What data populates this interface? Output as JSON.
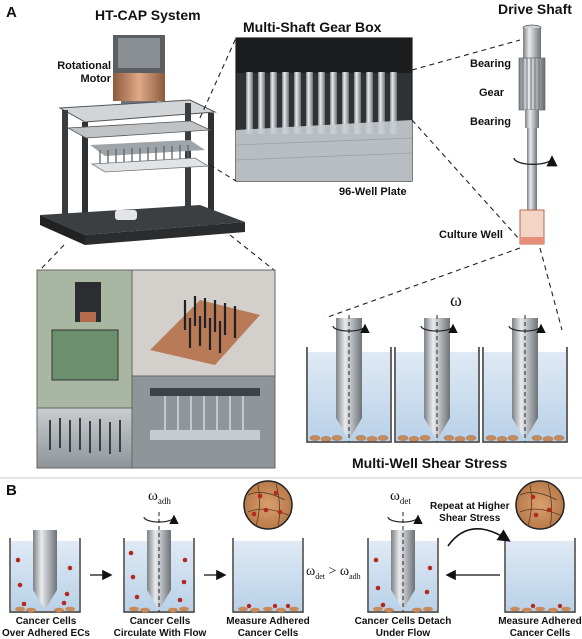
{
  "panel_a": {
    "letter": "A",
    "system_title": "HT-CAP System",
    "motor_label_lines": [
      "Rotational",
      "Motor"
    ],
    "gearbox_title": "Multi-Shaft Gear Box",
    "plate_label": "96-Well Plate",
    "shaft_title": "Drive Shaft",
    "shaft_parts": [
      "Bearing",
      "Gear",
      "Bearing"
    ],
    "well_label": "Culture Well",
    "omega_symbol": "ω",
    "shear_title": "Multi-Well Shear Stress"
  },
  "panel_b": {
    "letter": "B",
    "repeat_label_lines": [
      "Repeat at Higher",
      "Shear Stress"
    ],
    "omega_adh": {
      "symbol": "ω",
      "sub": "adh"
    },
    "omega_det": {
      "symbol": "ω",
      "sub": "det"
    },
    "comparison": {
      "left_sub": "det",
      "op": ">",
      "right_sub": "adh"
    },
    "steps": [
      {
        "lines": [
          "Cancer Cells",
          "Over Adhered ECs"
        ]
      },
      {
        "lines": [
          "Cancer Cells",
          "Circulate With Flow"
        ]
      },
      {
        "lines": [
          "Measure Adhered",
          "Cancer Cells"
        ]
      },
      {
        "lines": [
          "Cancer Cells Detach",
          "Under Flow"
        ]
      },
      {
        "lines": [
          "Measure Adhered",
          "Cancer Cells"
        ]
      }
    ]
  },
  "colors": {
    "accent_copper": "#c98a5a",
    "cell_red": "#b5281e",
    "medium_blue": "#c9ddef",
    "steel": "#a9adb2"
  }
}
